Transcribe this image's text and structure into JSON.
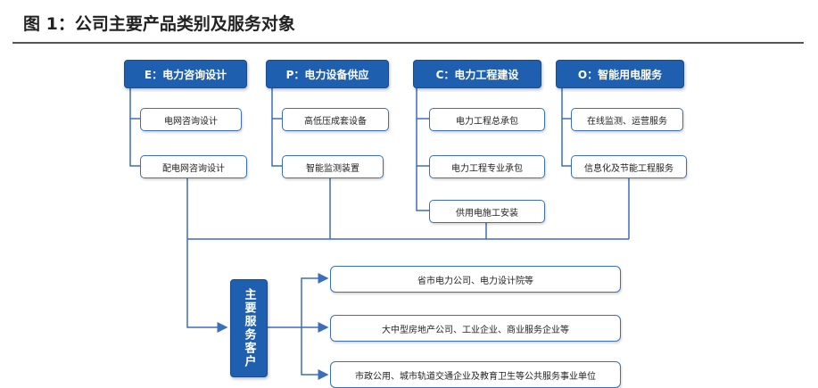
{
  "title": "图 1：公司主要产品类别及服务对象",
  "categories": [
    {
      "label": "E：电力咨询设计",
      "items": [
        "电网咨询设计",
        "配电网咨询设计"
      ]
    },
    {
      "label": "P：电力设备供应",
      "items": [
        "高低压成套设备",
        "智能监测装置"
      ]
    },
    {
      "label": "C：电力工程建设",
      "items": [
        "电力工程总承包",
        "电力工程专业承包",
        "供用电施工安装"
      ]
    },
    {
      "label": "O：智能用电服务",
      "items": [
        "在线监测、运营服务",
        "信息化及节能工程服务"
      ]
    }
  ],
  "clients_hub": "主要服务客户",
  "clients": [
    "省市电力公司、电力设计院等",
    "大中型房地产公司、工业企业、商业服务企业等",
    "市政公用、城市轨道交通企业及教育卫生等公共服务事业单位"
  ],
  "colors": {
    "accent": "#1f5fb0",
    "line": "#3a6fc0",
    "text": "#222222"
  }
}
